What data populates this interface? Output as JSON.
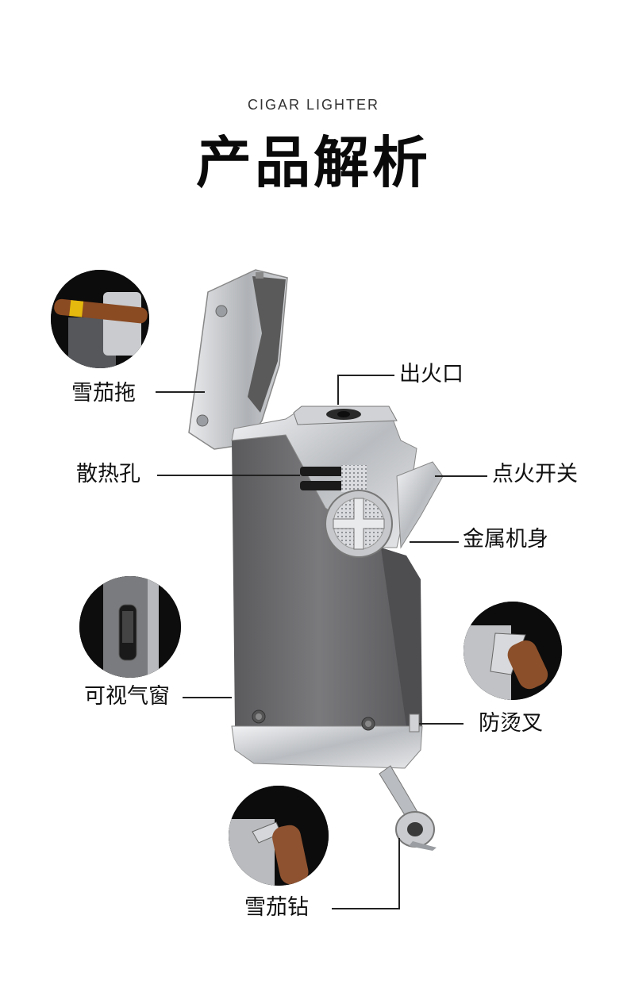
{
  "header": {
    "subtitle": "CIGAR LIGHTER",
    "title": "产品解析"
  },
  "labels": {
    "cigar_rest": "雪茄拖",
    "vent_holes": "散热孔",
    "flame_outlet": "出火口",
    "ignition_switch": "点火开关",
    "metal_body": "金属机身",
    "gas_window": "可视气窗",
    "anti_scald_fork": "防烫叉",
    "cigar_punch": "雪茄钻"
  },
  "colors": {
    "background": "#ffffff",
    "body_gray": "#6b6b6e",
    "chrome": "#cfd1d4",
    "text": "#111111"
  }
}
